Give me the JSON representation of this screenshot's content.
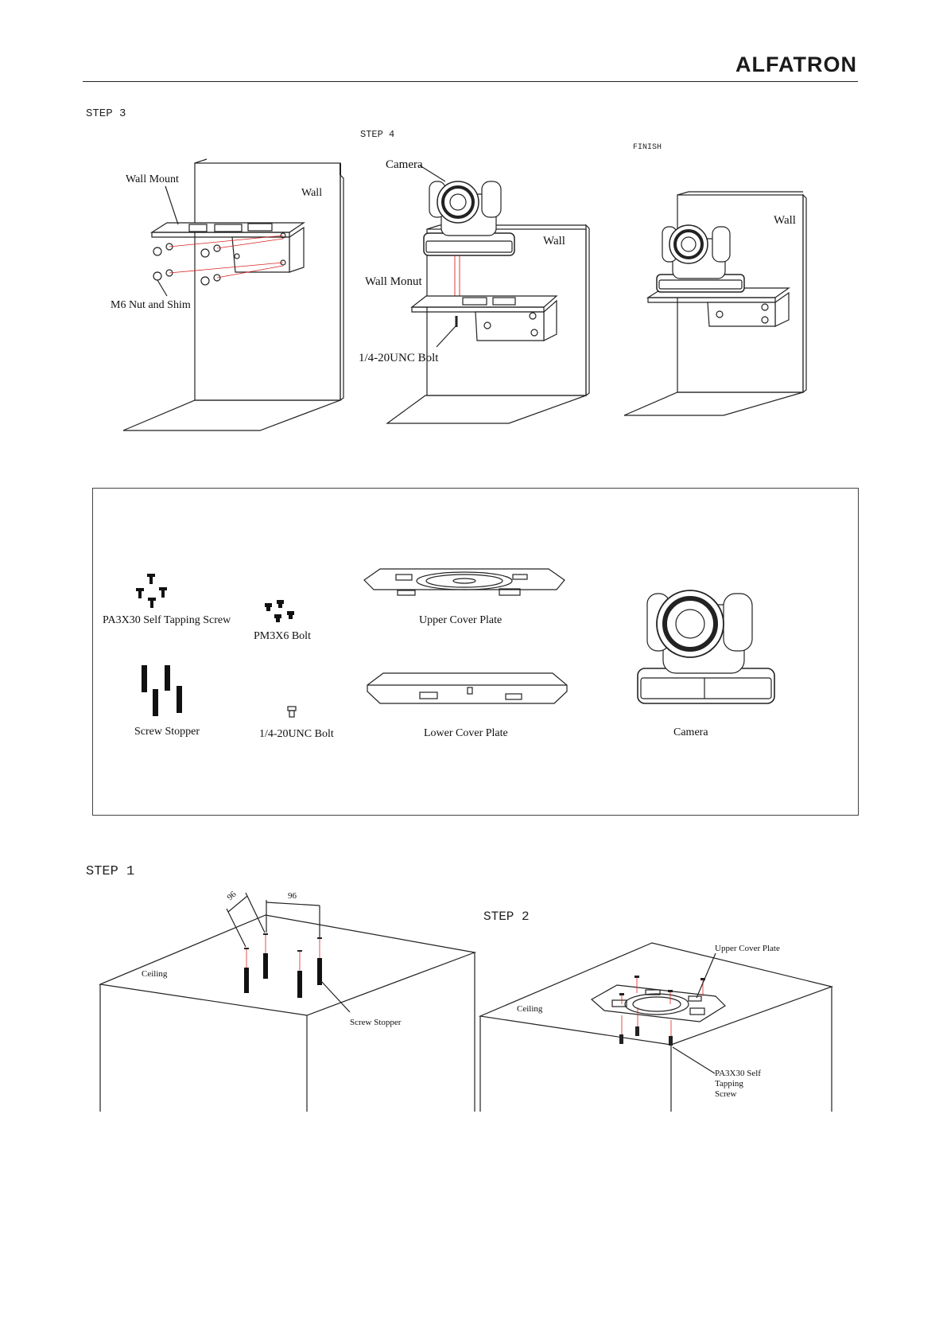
{
  "header": {
    "brand": "ALFATRON"
  },
  "wall_section": {
    "step3": {
      "title": "STEP 3",
      "labels": {
        "wall_mount": "Wall Mount",
        "wall": "Wall",
        "nut": "M6 Nut and Shim"
      }
    },
    "step4": {
      "title": "STEP 4",
      "labels": {
        "camera": "Camera",
        "wall": "Wall",
        "wall_mount": "Wall Monut",
        "bolt": "1/4-20UNC Bolt"
      }
    },
    "finish": {
      "title": "FINISH",
      "labels": {
        "wall": "Wall"
      }
    }
  },
  "parts_list": {
    "items": [
      {
        "label": "PA3X30 Self Tapping Screw"
      },
      {
        "label": "PM3X6 Bolt"
      },
      {
        "label": "Upper Cover Plate"
      },
      {
        "label": "Screw Stopper"
      },
      {
        "label": "1/4-20UNC Bolt"
      },
      {
        "label": "Lower Cover Plate"
      },
      {
        "label": "Camera"
      }
    ]
  },
  "ceiling_section": {
    "step1": {
      "title": "STEP 1",
      "labels": {
        "ceiling": "Ceiling",
        "screw_stopper": "Screw Stopper",
        "dim_a": "96",
        "dim_b": "96"
      }
    },
    "step2": {
      "title": "STEP 2",
      "labels": {
        "upper_plate": "Upper Cover Plate",
        "ceiling": "Ceiling",
        "screw": "PA3X30 Self Tapping Screw"
      }
    }
  }
}
